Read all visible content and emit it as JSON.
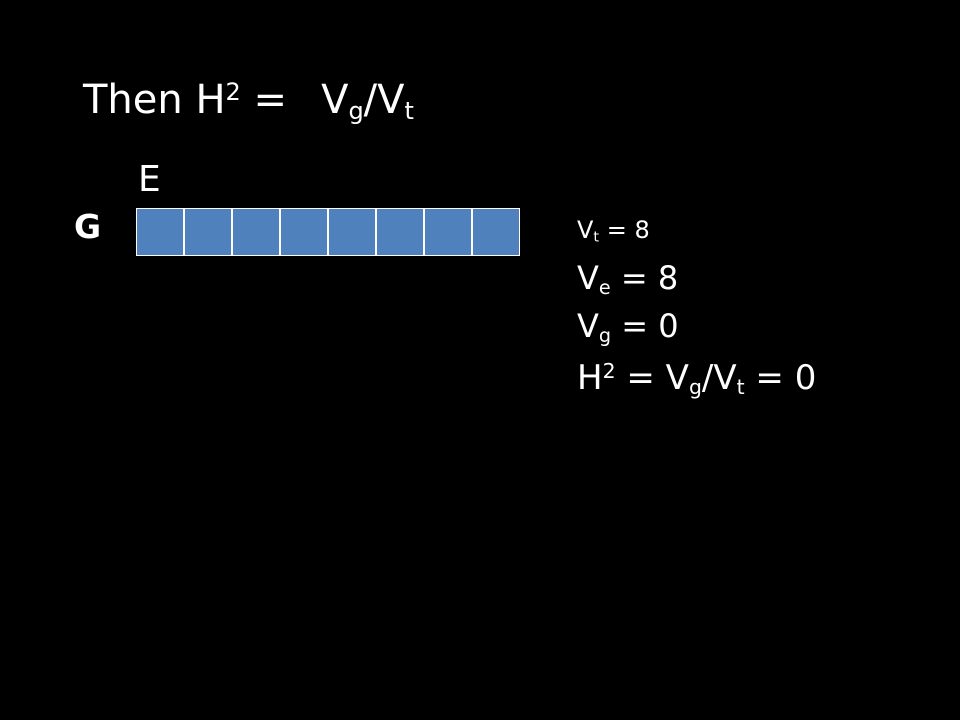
{
  "title": {
    "prefix": "Then H",
    "sup": "2",
    "equals": " =",
    "formula_v1": "V",
    "formula_sub1": "g",
    "formula_slash": "/V",
    "formula_sub2": "t"
  },
  "labels": {
    "e": "E",
    "g": "G"
  },
  "cells": {
    "count": 8,
    "color": "#4f81bd"
  },
  "stats": {
    "vt": {
      "v": "V",
      "sub": "t",
      "rest": " = 8"
    },
    "ve": {
      "v": "V",
      "sub": "e",
      "rest": " = 8"
    },
    "vg": {
      "v": "V",
      "sub": "g",
      "rest": " = 0"
    },
    "h2": {
      "h": "H",
      "sup": "2",
      "mid": " = V",
      "sub1": "g",
      "slash": "/V",
      "sub2": "t",
      "rest": " = 0"
    }
  }
}
